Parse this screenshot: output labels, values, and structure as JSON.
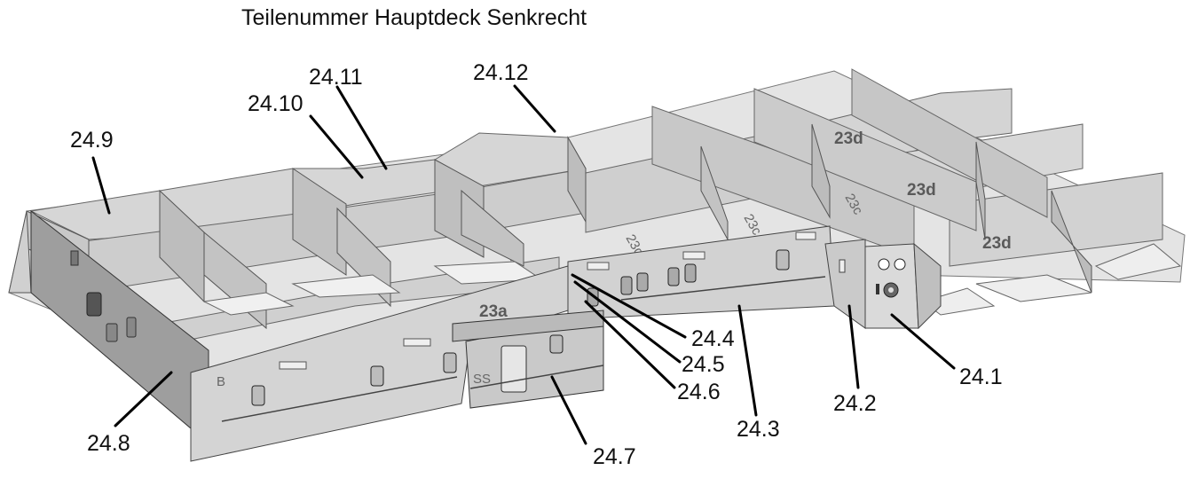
{
  "title": "Teilenummer Hauptdeck Senkrecht",
  "callouts": [
    {
      "id": "24.1",
      "label": "24.1"
    },
    {
      "id": "24.2",
      "label": "24.2"
    },
    {
      "id": "24.3",
      "label": "24.3"
    },
    {
      "id": "24.4",
      "label": "24.4"
    },
    {
      "id": "24.5",
      "label": "24.5"
    },
    {
      "id": "24.6",
      "label": "24.6"
    },
    {
      "id": "24.7",
      "label": "24.7"
    },
    {
      "id": "24.8",
      "label": "24.8"
    },
    {
      "id": "24.9",
      "label": "24.9"
    },
    {
      "id": "24.10",
      "label": "24.10"
    },
    {
      "id": "24.11",
      "label": "24.11"
    },
    {
      "id": "24.12",
      "label": "24.12"
    }
  ],
  "part_stamps": {
    "d1": "23d",
    "d2": "23d",
    "d3": "23d",
    "a": "23a",
    "c1": "23c",
    "c2": "23c",
    "c3": "23c",
    "c4": "23c",
    "b": "B",
    "ss": "SS"
  },
  "colors": {
    "paper": "#dcdcdc",
    "dark_panel": "#a8a8a8",
    "line": "#111111"
  }
}
